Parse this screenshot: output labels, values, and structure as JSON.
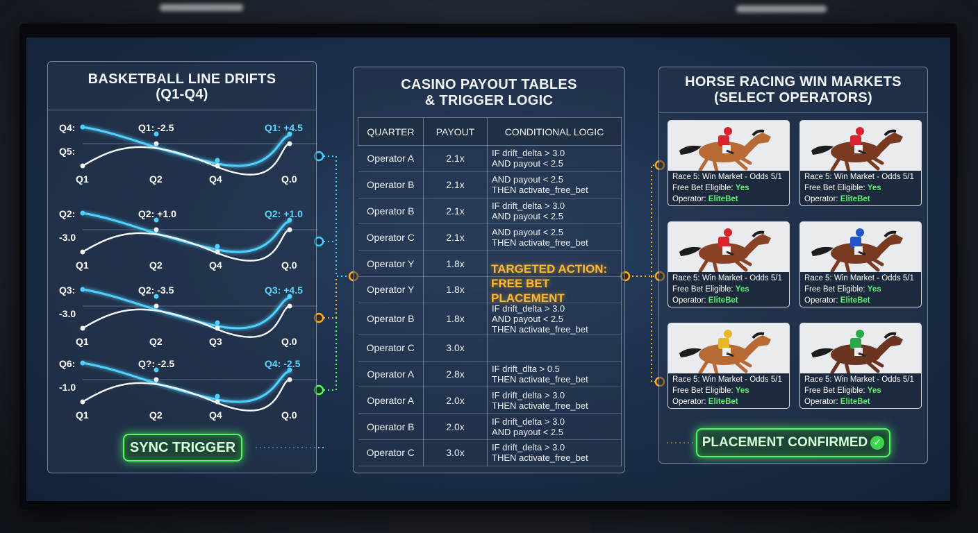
{
  "left_panel": {
    "title_line1": "BASKETBALL LINE DRIFTS",
    "title_line2": "(Q1-Q4)",
    "charts": [
      {
        "left_top": "Q4:",
        "left_bottom": "Q5:",
        "top_mid": "Q1: -2.5",
        "top_right": "Q1: +4.5",
        "x_labels": [
          "Q1",
          "Q2",
          "Q4",
          "Q.0"
        ]
      },
      {
        "left_top": "Q2:",
        "left_bottom": "-3.0",
        "top_mid": "Q2: +1.0",
        "top_right": "Q2: +1.0",
        "x_labels": [
          "Q1",
          "Q2",
          "Q4",
          "Q.0"
        ]
      },
      {
        "left_top": "Q3:",
        "left_bottom": "-3.0",
        "top_mid": "Q2: -3.5",
        "top_right": "Q3: +4.5",
        "x_labels": [
          "Q1",
          "Q2",
          "Q3",
          "Q.0"
        ]
      },
      {
        "left_top": "Q6:",
        "left_bottom": "-1.0",
        "top_mid": "Q?: -2.5",
        "top_right": "Q4: -2.5",
        "x_labels": [
          "Q1",
          "Q2",
          "Q4",
          "Q.0"
        ]
      }
    ],
    "sync_label": "SYNC TRIGGER"
  },
  "center_panel": {
    "title_line1": "CASINO PAYOUT TABLES",
    "title_line2": "& TRIGGER LOGIC",
    "columns": [
      "QUARTER",
      "PAYOUT",
      "CONDITIONAL LOGIC"
    ],
    "rows": [
      {
        "operator": "Operator A",
        "payout": "2.1x",
        "logic": [
          "IF drift_delta > 3.0",
          "AND payout < 2.5"
        ]
      },
      {
        "operator": "Operator B",
        "payout": "2.1x",
        "logic": [
          "AND payout < 2.5",
          "THEN activate_free_bet"
        ]
      },
      {
        "operator": "Operator B",
        "payout": "2.1x",
        "logic": [
          "IF drift_delta > 3.0",
          "AND payout < 2.5"
        ]
      },
      {
        "operator": "Operator C",
        "payout": "2.1x",
        "logic": [
          "AND payout < 2.5",
          "THEN activate_free_bet"
        ]
      },
      {
        "operator": "Operator Y",
        "payout": "1.8x",
        "logic": []
      },
      {
        "operator": "Operator Y",
        "payout": "1.8x",
        "logic": []
      },
      {
        "operator": "Operator B",
        "payout": "1.8x",
        "logic": [
          "IF drift_delta > 3.0",
          "AND payout < 2.5",
          "THEN activate_free_bet"
        ]
      },
      {
        "operator": "Operator C",
        "payout": "3.0x",
        "logic": []
      },
      {
        "operator": "Operator A",
        "payout": "2.8x",
        "logic": [
          "IF drift_dlta > 0.5",
          "THEN activate_free_bet"
        ]
      },
      {
        "operator": "Operator A",
        "payout": "2.0x",
        "logic": [
          "IF drift_delta > 3.0",
          "THEN activate_free_bet"
        ]
      },
      {
        "operator": "Operator B",
        "payout": "2.0x",
        "logic": [
          "IF drift_delta > 3.0",
          "AND payout < 2.5"
        ]
      },
      {
        "operator": "Operator C",
        "payout": "3.0x",
        "logic": [
          "IF drift_delta > 3.0",
          "THEN activate_free_bet"
        ]
      }
    ],
    "targeted_line1": "TARGETED ACTION:",
    "targeted_line2": "FREE BET PLACEMENT"
  },
  "right_panel": {
    "title_line1": "HORSE RACING WIN MARKETS",
    "title_line2": "(SELECT OPERATORS)",
    "cards": [
      {
        "race": "Race 5: Win Market - Odds 5/1",
        "free_bet_label": "Free Bet Eligible:",
        "free_bet_value": "Yes",
        "operator_label": "Operator:",
        "operator_value": "EliteBet",
        "horse_color": "#b86a34",
        "silk_color": "#d8242c"
      },
      {
        "race": "Race 5: Win Market - Odds 5/1",
        "free_bet_label": "Free Bet Eligible:",
        "free_bet_value": "Yes",
        "operator_label": "Operator:",
        "operator_value": "EliteBet",
        "horse_color": "#7a3a22",
        "silk_color": "#d8242c"
      },
      {
        "race": "Race 5: Win Market - Odds 5/1",
        "free_bet_label": "Free Bet Eligible:",
        "free_bet_value": "Yes",
        "operator_label": "Operator:",
        "operator_value": "EliteBet",
        "horse_color": "#8a4224",
        "silk_color": "#d8242c"
      },
      {
        "race": "Race 5: Win Market - Odds 5/1",
        "free_bet_label": "Free Bet Eligible:",
        "free_bet_value": "Yes",
        "operator_label": "Operator:",
        "operator_value": "EliteBet",
        "horse_color": "#7a3a22",
        "silk_color": "#2454c8"
      },
      {
        "race": "Race 5: Win Market - Odds 5/1",
        "free_bet_label": "Free Bet Eligible:",
        "free_bet_value": "Yes",
        "operator_label": "Operator:",
        "operator_value": "EliteBet",
        "horse_color": "#b86a34",
        "silk_color": "#e8b62a"
      },
      {
        "race": "Race 5: Win Market - Odds 5/1",
        "free_bet_label": "Free Bet Eligible:",
        "free_bet_value": "Yes",
        "operator_label": "Operator:",
        "operator_value": "EliteBet",
        "horse_color": "#6a3420",
        "silk_color": "#2aa84a"
      }
    ],
    "confirm_label": "PLACEMENT CONFIRMED",
    "confirm_icon": "check-circle-icon"
  },
  "colors": {
    "cyan_line": "#4fd2ff",
    "white_line": "#f4f6fa",
    "connector_cyan": "#3fd0ff",
    "connector_orange": "#ffae22",
    "connector_green": "#4cff5c",
    "accent_green": "#58f070"
  }
}
